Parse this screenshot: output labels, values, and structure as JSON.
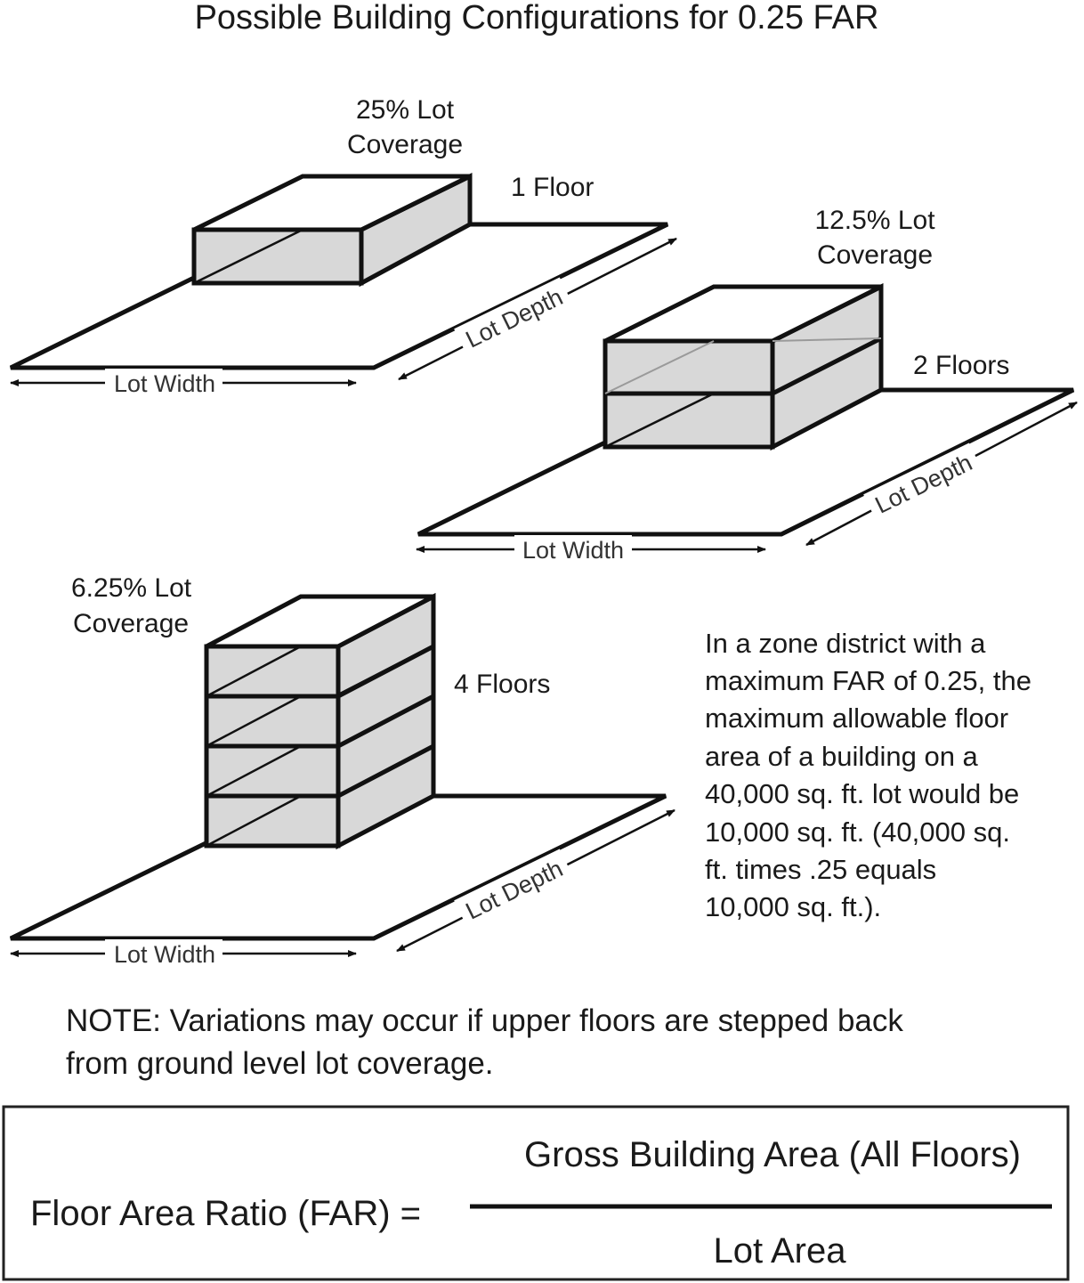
{
  "title": "Possible Building Configurations for 0.25 FAR",
  "configurations": [
    {
      "coverage_line1": "25% Lot",
      "coverage_line2": "Coverage",
      "floors_label": "1 Floor",
      "floors": 1,
      "lot_width_label": "Lot Width",
      "lot_depth_label": "Lot Depth"
    },
    {
      "coverage_line1": "12.5% Lot",
      "coverage_line2": "Coverage",
      "floors_label": "2 Floors",
      "floors": 2,
      "lot_width_label": "Lot Width",
      "lot_depth_label": "Lot Depth"
    },
    {
      "coverage_line1": "6.25% Lot",
      "coverage_line2": "Coverage",
      "floors_label": "4 Floors",
      "floors": 4,
      "lot_width_label": "Lot Width",
      "lot_depth_label": "Lot Depth"
    }
  ],
  "explanation_lines": [
    "In a zone district with a",
    "maximum FAR of 0.25, the",
    "maximum allowable floor",
    "area of a building on a",
    "40,000 sq. ft. lot would be",
    "10,000 sq. ft. (40,000 sq.",
    "ft.  times .25 equals",
    "10,000 sq. ft.)."
  ],
  "note_lines": [
    "NOTE: Variations may occur if upper floors are stepped back",
    "from ground level lot coverage."
  ],
  "formula": {
    "lhs": "Floor Area Ratio (FAR) =",
    "numerator": "Gross Building Area (All Floors)",
    "denominator": "Lot Area"
  }
}
